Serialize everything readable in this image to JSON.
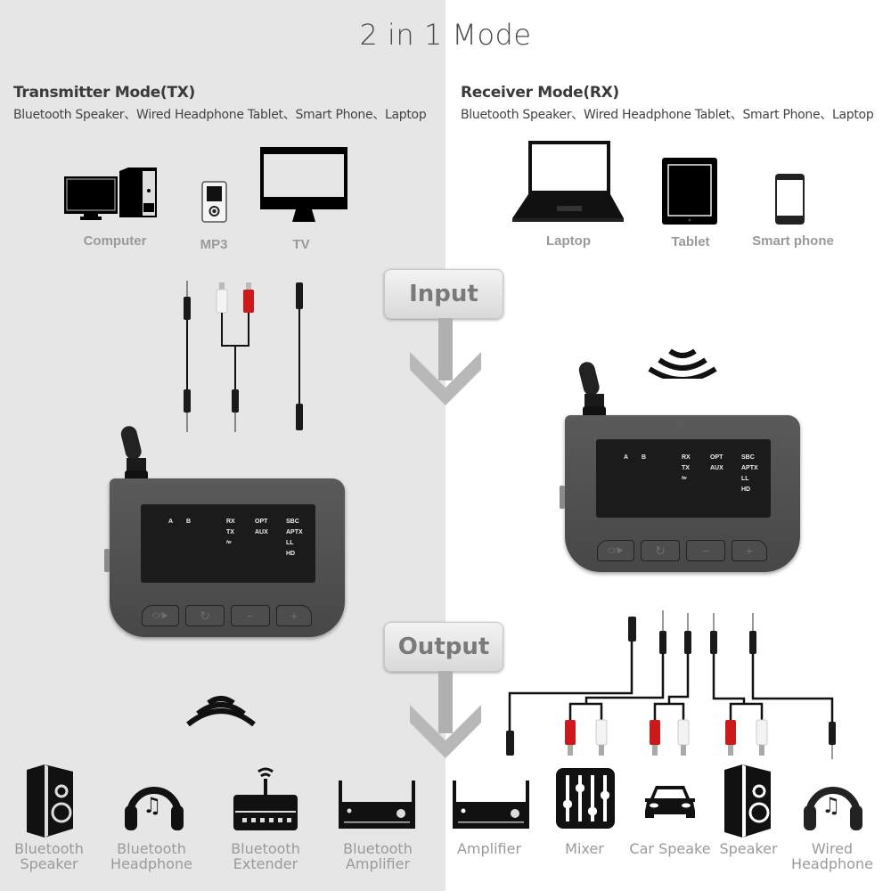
{
  "title": "2 in 1 Mode",
  "transmitter": {
    "title": "Transmitter Mode(TX)",
    "subtitle": "Bluetooth Speaker、Wired Headphone Tablet、Smart Phone、Laptop",
    "sources": [
      {
        "label": "Computer",
        "icon": "computer-icon"
      },
      {
        "label": "MP3",
        "icon": "mp3-player-icon"
      },
      {
        "label": "TV",
        "icon": "tv-icon"
      }
    ],
    "outputs": [
      {
        "line1": "Bluetooth",
        "line2": "Speaker",
        "icon": "speaker-icon"
      },
      {
        "line1": "Bluetooth",
        "line2": "Headphone",
        "icon": "headphone-icon"
      },
      {
        "line1": "Bluetooth",
        "line2": "Extender",
        "icon": "router-icon"
      },
      {
        "line1": "Bluetooth",
        "line2": "Amplifier",
        "icon": "amplifier-icon"
      }
    ]
  },
  "receiver": {
    "title": "Receiver Mode(RX)",
    "subtitle": "Bluetooth Speaker、Wired Headphone Tablet、Smart Phone、Laptop",
    "sources": [
      {
        "label": "Laptop",
        "icon": "laptop-icon"
      },
      {
        "label": "Tablet",
        "icon": "tablet-icon"
      },
      {
        "label": "Smart phone",
        "icon": "smartphone-icon"
      }
    ],
    "outputs": [
      {
        "line1": "Amplifier",
        "line2": "",
        "icon": "amplifier-icon"
      },
      {
        "line1": "Mixer",
        "line2": "",
        "icon": "mixer-icon"
      },
      {
        "line1": "Car Speake",
        "line2": "",
        "icon": "car-icon"
      },
      {
        "line1": "Speaker",
        "line2": "",
        "icon": "speaker-icon"
      },
      {
        "line1": "Wired",
        "line2": "Headphone",
        "icon": "headphone-icon"
      }
    ]
  },
  "flow": {
    "input_label": "Input",
    "output_label": "Output"
  },
  "device": {
    "leds": {
      "a": "A",
      "b": "B",
      "rx": "RX",
      "tx": "TX",
      "small": "fw",
      "opt": "OPT",
      "aux": "AUX",
      "sbc": "SBC",
      "aptx": "APTX",
      "ll": "LL",
      "hd": "HD"
    },
    "buttons": {
      "power": "⏻⁄▶",
      "pair": "↻",
      "minus": "−",
      "plus": "+"
    }
  },
  "colors": {
    "left_bg": "#e6e6e6",
    "right_bg": "#ffffff",
    "device_body": "#4f4f4f",
    "rca_red": "#cc1a1a",
    "label_gray": "#9a9a9a"
  }
}
